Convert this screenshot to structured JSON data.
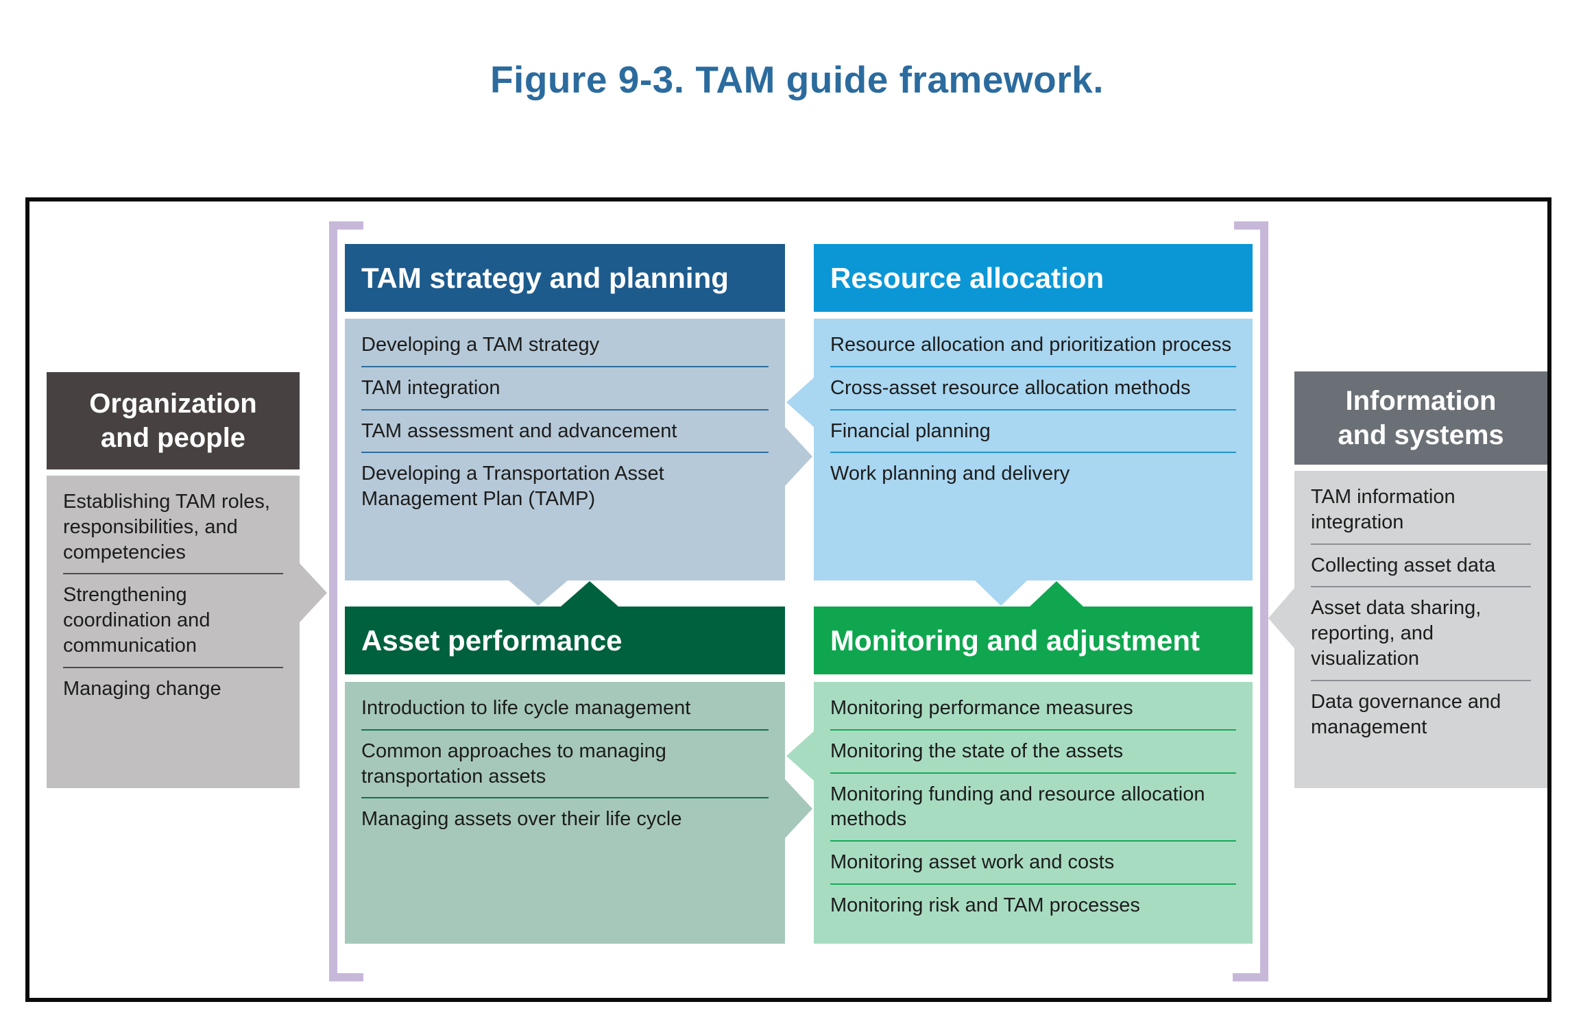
{
  "title": "Figure 9-3. TAM guide framework.",
  "colors": {
    "title_text": "#2b6b9e",
    "frame_border": "#0b0b0b",
    "bracket_purple": "#c7b8da",
    "organization_header": "#474241",
    "organization_body": "#c1bfbf",
    "tam_strategy_header": "#1e5b8d",
    "tam_strategy_body": "#b6c9d8",
    "resource_allocation_header": "#0b97d6",
    "resource_allocation_body": "#a9d6f0",
    "asset_performance_header": "#00613f",
    "asset_performance_body": "#a6c8ba",
    "monitoring_header": "#0fa64f",
    "monitoring_body": "#a8dcc1",
    "information_header": "#6a7076",
    "information_body": "#d3d4d5"
  },
  "panels": {
    "organization": {
      "title": "Organization and people",
      "items": [
        "Establishing TAM roles, responsibilities, and competencies",
        "Strengthening coordination and communication",
        "Managing change"
      ]
    },
    "tam_strategy": {
      "title": "TAM strategy and planning",
      "items": [
        "Developing a TAM strategy",
        "TAM integration",
        "TAM assessment and advancement",
        "Developing a Transportation Asset Management Plan (TAMP)"
      ]
    },
    "resource_allocation": {
      "title": "Resource allocation",
      "items": [
        "Resource allocation and prioritization process",
        "Cross-asset resource allocation methods",
        "Financial planning",
        "Work planning and delivery"
      ]
    },
    "asset_performance": {
      "title": "Asset performance",
      "items": [
        "Introduction to life cycle management",
        "Common approaches to managing transportation assets",
        "Managing assets over their life cycle"
      ]
    },
    "monitoring": {
      "title": "Monitoring and adjustment",
      "items": [
        "Monitoring performance measures",
        "Monitoring the state of the assets",
        "Monitoring funding and resource allocation methods",
        "Monitoring asset work and costs",
        "Monitoring risk and TAM processes"
      ]
    },
    "information": {
      "title": "Information and systems",
      "items": [
        "TAM information integration",
        "Collecting asset data",
        "Asset data sharing, reporting, and visualization",
        "Data governance and management"
      ]
    }
  },
  "connectors": [
    "organization-to-center-arrow-icon",
    "information-to-center-arrow-icon",
    "resource-to-tam-chevron-icon",
    "tam-to-resource-chevron-icon",
    "monitoring-to-asset-chevron-icon",
    "asset-to-monitoring-chevron-icon",
    "tam-to-asset-chevron-icon",
    "asset-to-tam-chevron-icon",
    "resource-to-monitoring-chevron-icon",
    "monitoring-to-resource-chevron-icon"
  ]
}
